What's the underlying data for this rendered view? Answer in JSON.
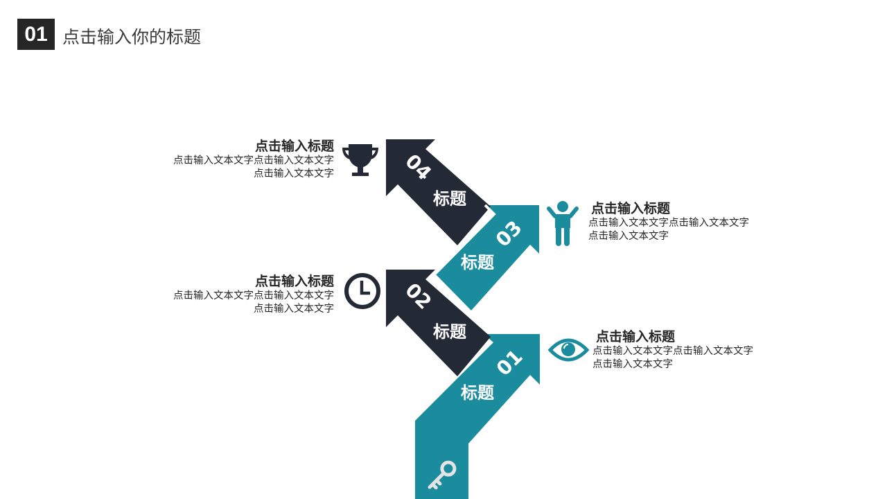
{
  "header": {
    "number": "01",
    "title": "点击输入你的标题"
  },
  "colors": {
    "dark": "#232a35",
    "teal": "#1a8c9d",
    "text": "#262626",
    "key_icon": "#e4e4e4"
  },
  "steps": [
    {
      "number": "01",
      "label": "标题",
      "color": "teal",
      "icon": "eye-icon",
      "side": "right",
      "title": "点击输入标题",
      "desc_line1": "点击输入文本文字点击输入文本文字",
      "desc_line2": "点击输入文本文字"
    },
    {
      "number": "02",
      "label": "标题",
      "color": "dark",
      "icon": "clock-icon",
      "side": "left",
      "title": "点击输入标题",
      "desc_line1": "点击输入文本文字点击输入文本文字",
      "desc_line2": "点击输入文本文字"
    },
    {
      "number": "03",
      "label": "标题",
      "color": "teal",
      "icon": "person-icon",
      "side": "right",
      "title": "点击输入标题",
      "desc_line1": "点击输入文本文字点击输入文本文字",
      "desc_line2": "点击输入文本文字"
    },
    {
      "number": "04",
      "label": "标题",
      "color": "dark",
      "icon": "trophy-icon",
      "side": "left",
      "title": "点击输入标题",
      "desc_line1": "点击输入文本文字点击输入文本文字",
      "desc_line2": "点击输入文本文字"
    }
  ],
  "base_icon": "key-icon"
}
